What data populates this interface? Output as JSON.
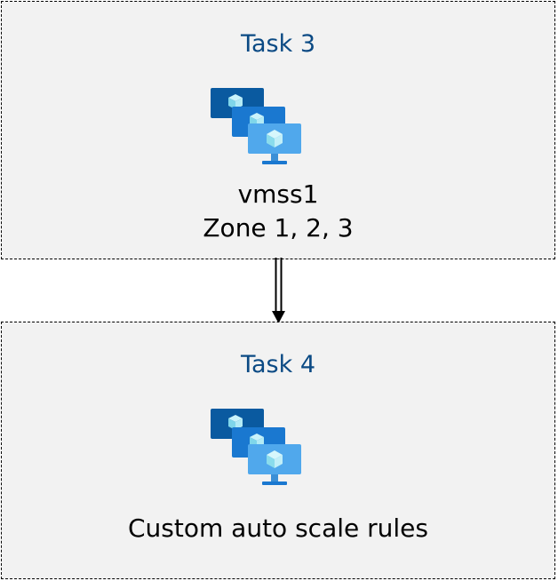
{
  "tasks": [
    {
      "title": "Task 3",
      "icon": "vm-scale-set-icon",
      "lines": [
        "vmss1",
        "Zone 1, 2, 3"
      ]
    },
    {
      "title": "Task 4",
      "icon": "vm-scale-set-icon",
      "lines": [
        "Custom auto scale rules"
      ]
    }
  ],
  "colors": {
    "title": "#0b4a84",
    "box_fill": "#f2f2f2",
    "border": "#000000",
    "vm_dark": "#0a5aa0",
    "vm_mid": "#1a78d0",
    "vm_light": "#50a8ec",
    "cube": "#9be3f2"
  }
}
